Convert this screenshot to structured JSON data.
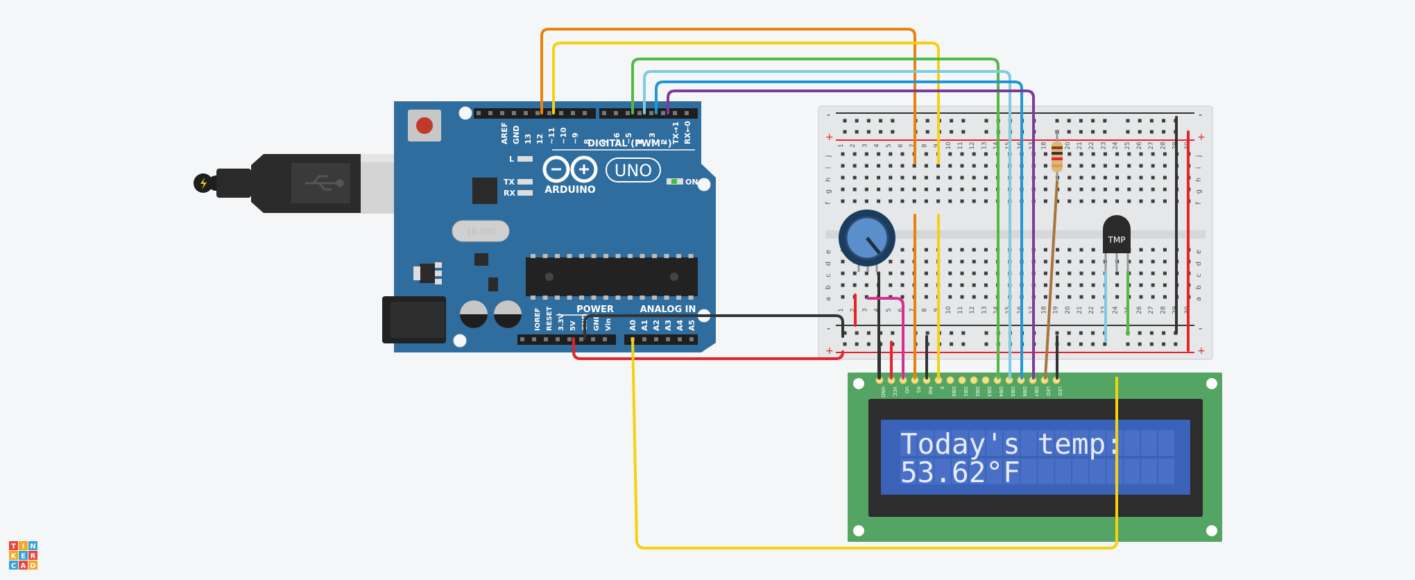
{
  "colors": {
    "background": "#f4f6f8",
    "arduino_board": "#2f6d9e",
    "breadboard": "#e6e7e8",
    "lcd_pcb": "#54a463",
    "lcd_screen": "#3a62b9",
    "wire_orange": "#e9820c",
    "wire_yellow": "#f5d20f",
    "wire_green": "#52b948",
    "wire_lightblue": "#7fcbe0",
    "wire_blue": "#2296d6",
    "wire_purple": "#7c3b9b",
    "wire_red": "#e3242b",
    "wire_black": "#333333",
    "wire_pink": "#d42f93",
    "wire_brown": "#a7763f"
  },
  "arduino": {
    "logo": "ARDUINO",
    "model": "UNO",
    "digital_label": "DIGITAL (PWM~)",
    "power_label": "POWER",
    "analog_label": "ANALOG IN",
    "on_label": "ON",
    "led_labels": [
      "L",
      "TX",
      "RX"
    ],
    "crystal_label": "16.000",
    "digital_pins": [
      "AREF",
      "GND",
      "13",
      "12",
      "~11",
      "~10",
      "~9",
      "8",
      "7",
      "~6",
      "~5",
      "4",
      "~3",
      "2",
      "TX→1",
      "RX←0"
    ],
    "power_pins": [
      "IOREF",
      "RESET",
      "3.3V",
      "5V",
      "GND",
      "GND",
      "Vin"
    ],
    "analog_pins": [
      "A0",
      "A1",
      "A2",
      "A3",
      "A4",
      "A5"
    ]
  },
  "breadboard": {
    "rows_top": [
      "j",
      "i",
      "h",
      "g",
      "f"
    ],
    "rows_bottom": [
      "e",
      "d",
      "c",
      "b",
      "a"
    ],
    "column_count": 30,
    "rail_plus": "+",
    "rail_minus": "-"
  },
  "sensor": {
    "label": "TMP"
  },
  "lcd": {
    "pins": [
      "GND",
      "VCC",
      "VO",
      "RS",
      "RW",
      "E",
      "DB0",
      "DB1",
      "DB2",
      "DB3",
      "DB4",
      "DB5",
      "DB6",
      "DB7",
      "LED",
      "LED"
    ],
    "line1": "Today's temp:",
    "line2": "53.62°F",
    "columns": 16
  },
  "logo": {
    "letters": [
      "T",
      "I",
      "N",
      "K",
      "E",
      "R",
      "C",
      "A",
      "D"
    ]
  }
}
